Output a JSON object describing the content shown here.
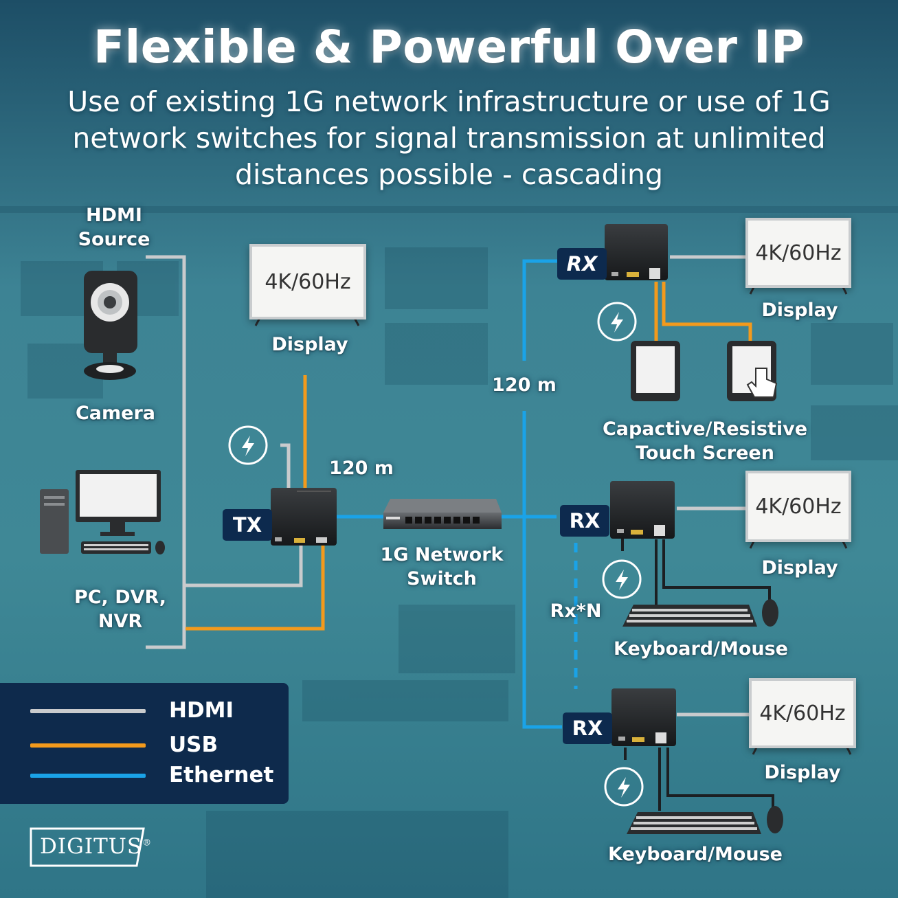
{
  "header": {
    "title": "Flexible & Powerful Over IP",
    "subtitle": "Use of existing 1G network infrastructure or use of 1G network switches for signal transmission at unlimited distances possible - cascading"
  },
  "sources": {
    "hdmi_source": "HDMI Source",
    "camera": "Camera",
    "pc": "PC, DVR, NVR"
  },
  "transmitter": {
    "tag": "TX",
    "display_screen": "4K/60Hz",
    "display_label": "Display"
  },
  "network": {
    "distance_1": "120 m",
    "distance_2": "120 m",
    "switch_label": "1G Network Switch"
  },
  "receivers": [
    {
      "tag": "RX",
      "screen": "4K/60Hz",
      "display_label": "Display",
      "peripheral": "Capactive/Resistive Touch Screen"
    },
    {
      "tag": "RX",
      "screen": "4K/60Hz",
      "display_label": "Display",
      "peripheral": "Keyboard/Mouse"
    },
    {
      "tag": "RX",
      "screen": "4K/60Hz",
      "display_label": "Display",
      "peripheral": "Keyboard/Mouse"
    }
  ],
  "cascade_label": "Rx*N",
  "legend": [
    {
      "label": "HDMI",
      "color": "#c9cbcd"
    },
    {
      "label": "USB",
      "color": "#f39a1c"
    },
    {
      "label": "Ethernet",
      "color": "#1aa3e8"
    }
  ],
  "brand": {
    "logo": "DIGITUS",
    "mark": "®"
  },
  "icons": {
    "power": "power-adapter-icon",
    "camera": "camera-icon",
    "pc": "computer-icon",
    "tablet": "tablet-icon",
    "keyboard": "keyboard-icon",
    "mouse": "mouse-icon"
  }
}
